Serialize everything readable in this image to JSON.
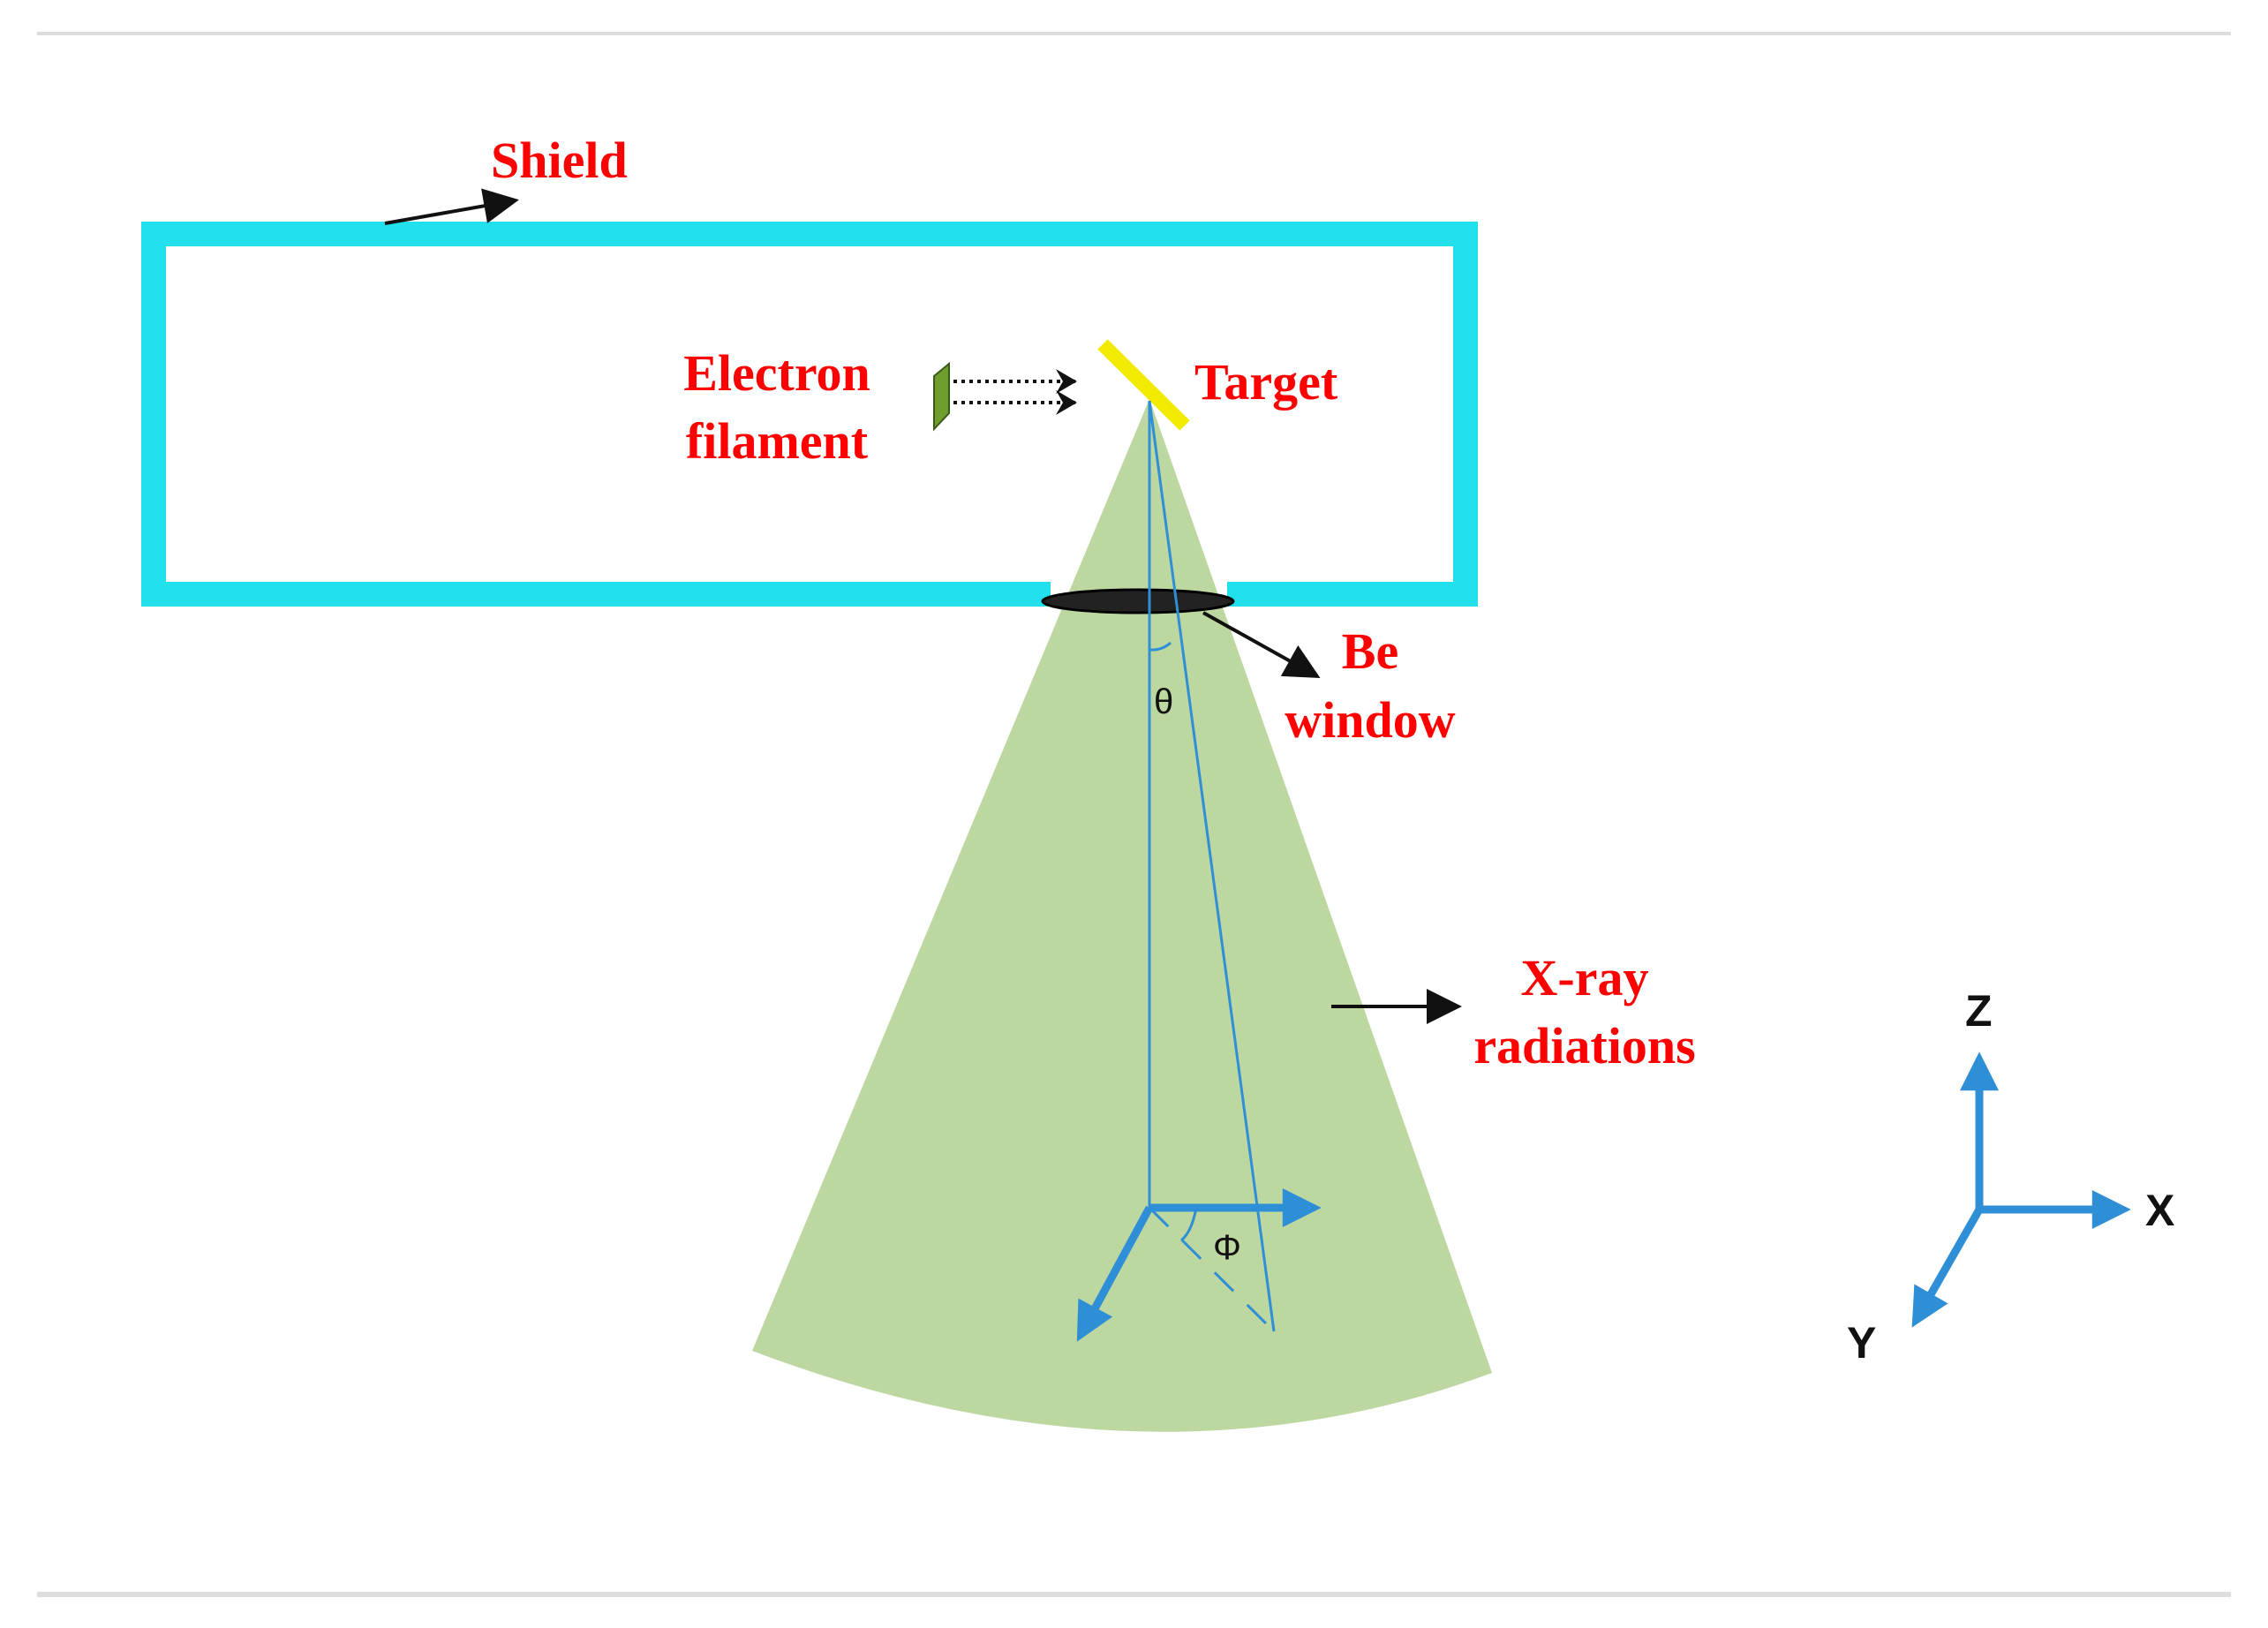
{
  "labels": {
    "shield": "Shield",
    "electron_line1": "Electron",
    "electron_line2": "filament",
    "target": "Target",
    "be_line1": "Be",
    "be_line2": "window",
    "xray_line1": "X-ray",
    "xray_line2": "radiations",
    "theta": "θ",
    "phi": "Φ"
  },
  "axes": {
    "z": "Z",
    "x": "X",
    "y": "Y"
  },
  "colors": {
    "shield": "#22e0ec",
    "label_red": "#ff0000",
    "beam": "#bdd7a0",
    "axis_blue": "#2f8fd6",
    "target": "#f2ea00",
    "filament": "#6f9e2e",
    "window": "#222222",
    "rule": "#dddddd"
  }
}
